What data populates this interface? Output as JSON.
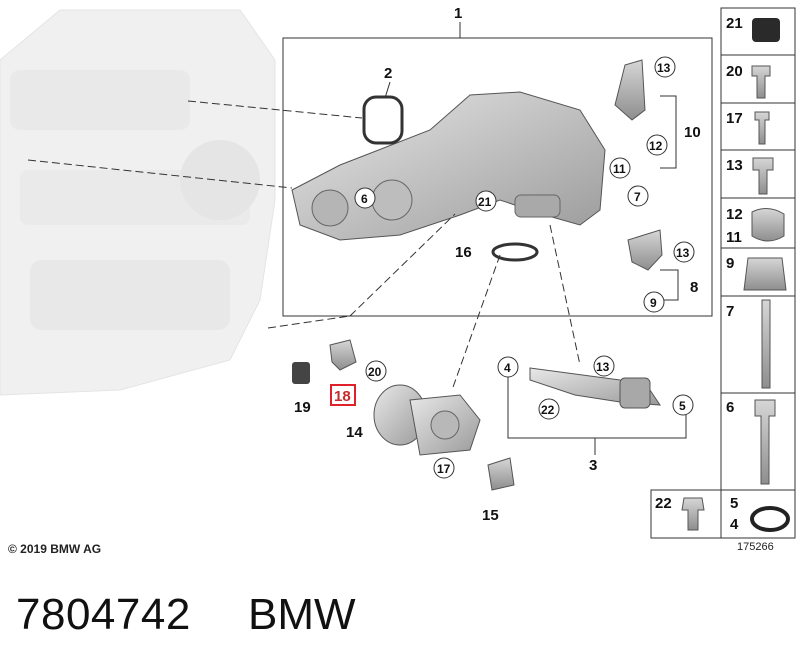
{
  "callouts": {
    "c1": "1",
    "c2": "2",
    "c3": "3",
    "c4": "4",
    "c5": "5",
    "c6": "6",
    "c7": "7",
    "c8": "8",
    "c9": "9",
    "c10": "10",
    "c11": "11",
    "c12": "12",
    "c13a": "13",
    "c13b": "13",
    "c13c": "13",
    "c14": "14",
    "c15": "15",
    "c16": "16",
    "c17": "17",
    "c18": "18",
    "c19": "19",
    "c20": "20",
    "c21": "21",
    "c22": "22",
    "c4b": "4"
  },
  "sidebar": [
    "21",
    "20",
    "17",
    "13",
    "12",
    "11",
    "9",
    "7",
    "6"
  ],
  "bottom_box": {
    "left": "22",
    "right_top": "5",
    "right_bottom": "4"
  },
  "copyright": "© 2019 BMW AG",
  "ref_number": "175266",
  "part_number": "7804742",
  "brand": "BMW",
  "colors": {
    "highlight": "#e0202a",
    "line": "#222222",
    "part_fill": "#c9c9c9"
  }
}
